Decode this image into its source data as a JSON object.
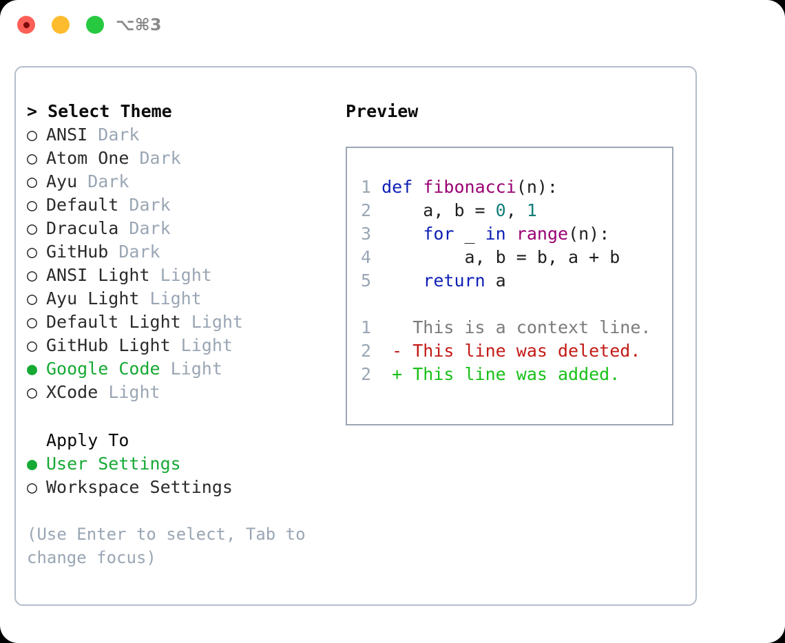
{
  "titlebar": {
    "shortcut": "⌥⌘3",
    "lights": [
      {
        "name": "close-button",
        "color": "#fc5f57"
      },
      {
        "name": "minimize-button",
        "color": "#fdbc2e"
      },
      {
        "name": "maximize-button",
        "color": "#26c940"
      }
    ]
  },
  "theme_picker": {
    "heading": "> Select Theme",
    "bullet_selected": "●",
    "bullet_unselected": "○",
    "options": [
      {
        "name": "ANSI",
        "category": "Dark",
        "selected": false
      },
      {
        "name": "Atom One",
        "category": "Dark",
        "selected": false
      },
      {
        "name": "Ayu",
        "category": "Dark",
        "selected": false
      },
      {
        "name": "Default",
        "category": "Dark",
        "selected": false
      },
      {
        "name": "Dracula",
        "category": "Dark",
        "selected": false
      },
      {
        "name": "GitHub",
        "category": "Dark",
        "selected": false
      },
      {
        "name": "ANSI Light",
        "category": "Light",
        "selected": false
      },
      {
        "name": "Ayu Light",
        "category": "Light",
        "selected": false
      },
      {
        "name": "Default Light",
        "category": "Light",
        "selected": false
      },
      {
        "name": "GitHub Light",
        "category": "Light",
        "selected": false
      },
      {
        "name": "Google Code",
        "category": "Light",
        "selected": true
      },
      {
        "name": "XCode",
        "category": "Light",
        "selected": false
      }
    ]
  },
  "apply_to": {
    "heading": "Apply To",
    "options": [
      {
        "name": "User Settings",
        "selected": true
      },
      {
        "name": "Workspace Settings",
        "selected": false
      }
    ]
  },
  "hint": "(Use Enter to select, Tab to\nchange focus)",
  "preview": {
    "title": "Preview",
    "code_lines": [
      {
        "number": "1",
        "tokens": [
          {
            "text": "def ",
            "type": "kw"
          },
          {
            "text": "fibonacci",
            "type": "fn"
          },
          {
            "text": "(n):",
            "type": "txt"
          }
        ]
      },
      {
        "number": "2",
        "tokens": [
          {
            "text": "    a, b = ",
            "type": "txt"
          },
          {
            "text": "0",
            "type": "num"
          },
          {
            "text": ", ",
            "type": "txt"
          },
          {
            "text": "1",
            "type": "num"
          }
        ]
      },
      {
        "number": "3",
        "tokens": [
          {
            "text": "    ",
            "type": "txt"
          },
          {
            "text": "for",
            "type": "kw"
          },
          {
            "text": " _ ",
            "type": "txt"
          },
          {
            "text": "in",
            "type": "kw"
          },
          {
            "text": " ",
            "type": "txt"
          },
          {
            "text": "range",
            "type": "fn"
          },
          {
            "text": "(n):",
            "type": "txt"
          }
        ]
      },
      {
        "number": "4",
        "tokens": [
          {
            "text": "        a, b = b, a + b",
            "type": "txt"
          }
        ]
      },
      {
        "number": "5",
        "tokens": [
          {
            "text": "    ",
            "type": "txt"
          },
          {
            "text": "return",
            "type": "kw"
          },
          {
            "text": " a",
            "type": "txt"
          }
        ]
      }
    ],
    "diff_lines": [
      {
        "number": "1",
        "marker": " ",
        "text": "This is a context line.",
        "type": "ctx"
      },
      {
        "number": "2",
        "marker": "-",
        "text": "This line was deleted.",
        "type": "del"
      },
      {
        "number": "2",
        "marker": "+",
        "text": "This line was added.",
        "type": "add"
      }
    ]
  },
  "colors": {
    "accent_green": "#16a934",
    "muted": "#9aa6b4",
    "border": "#b3bcc9",
    "keyword": "#0d1fb4",
    "function": "#990073",
    "number": "#107d77",
    "diff_deleted": "#c21a16",
    "diff_added": "#18c018"
  }
}
